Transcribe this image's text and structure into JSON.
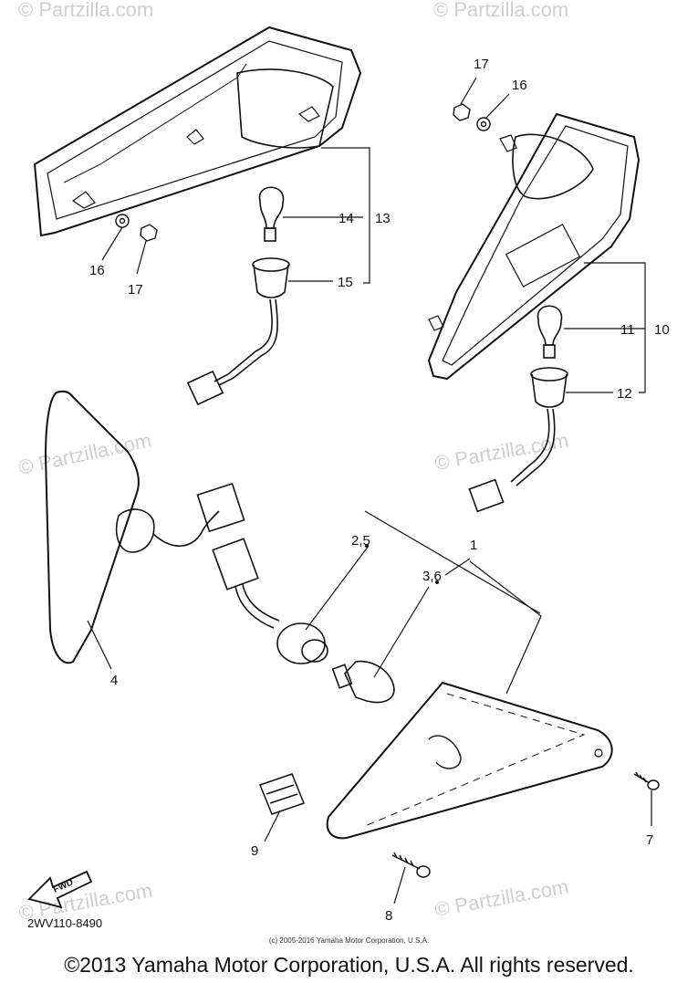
{
  "watermark_text": "© Partzilla.com",
  "part_labels": {
    "p1": "1",
    "p2_5": "2,5",
    "p3_6": "3,6",
    "p4": "4",
    "p7": "7",
    "p8": "8",
    "p9": "9",
    "p10": "10",
    "p11": "11",
    "p12": "12",
    "p13": "13",
    "p14": "14",
    "p15": "15",
    "p16_left": "16",
    "p16_right": "16",
    "p17_left": "17",
    "p17_right": "17"
  },
  "direction_arrow_label": "FWD",
  "diagram_code": "2WV110-8490",
  "small_credit": "(c) 2005-2016 Yamaha Motor Corporation, U.S.A.",
  "copyright": "©2013 Yamaha Motor Corporation, U.S.A. All rights reserved."
}
